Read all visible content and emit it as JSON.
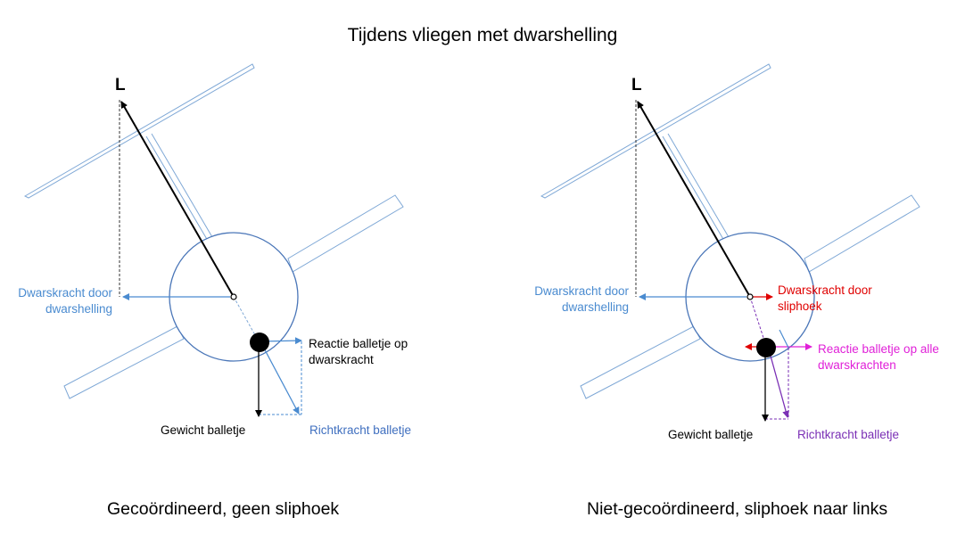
{
  "title": "Tijdens vliegen met  dwarshelling",
  "left": {
    "lift_label": "L",
    "dwarskracht_label": [
      "Dwarskracht door",
      "dwarshelling"
    ],
    "reactie_label": [
      "Reactie balletje op",
      "dwarskracht"
    ],
    "gewicht_label": "Gewicht balletje",
    "richtkracht_label": "Richtkracht balletje",
    "caption": "Gecoördineerd, geen sliphoek"
  },
  "right": {
    "lift_label": "L",
    "dwarskracht_label": [
      "Dwarskracht door",
      "dwarshelling"
    ],
    "slip_label": [
      "Dwarskracht door",
      "sliphoek"
    ],
    "reactie_label": [
      "Reactie balletje op alle",
      "dwarskrachten"
    ],
    "gewicht_label": "Gewicht balletje",
    "richtkracht_label": "Richtkracht balletje",
    "caption": "Niet-gecoördineerd, sliphoek naar links"
  },
  "colors": {
    "wing": "#7fa8d6",
    "force_blue": "#4a8bd0",
    "red": "#e00000",
    "magenta": "#e020d8",
    "purple": "#7a2fb5"
  }
}
